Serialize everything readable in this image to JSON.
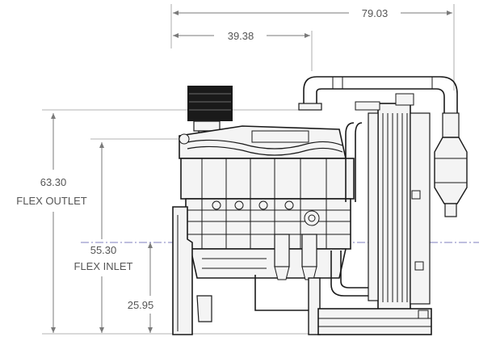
{
  "dimensions": {
    "overall_width": "79.03",
    "half_width": "39.38",
    "outlet_value": "63.30",
    "outlet_label": "FLEX OUTLET",
    "inlet_value": "55.30",
    "inlet_label": "FLEX INLET",
    "base_height": "25.95"
  },
  "colors": {
    "ink": "#1a1a1a",
    "dimension_line": "#7a7a7a",
    "centerline": "#5555aa"
  }
}
